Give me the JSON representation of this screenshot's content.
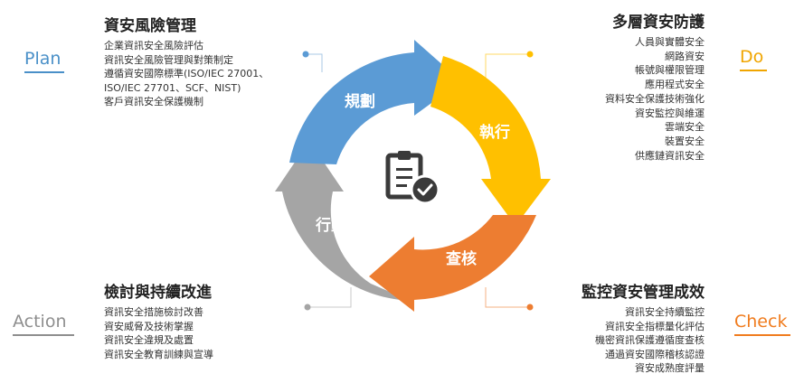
{
  "phases": {
    "plan": "Plan",
    "do": "Do",
    "check": "Check",
    "action": "Action"
  },
  "cycle": {
    "plan_label": "規劃",
    "do_label": "執行",
    "check_label": "查核",
    "act_label": "行動",
    "center_icon": "clipboard-check-icon"
  },
  "colors": {
    "plan": "#5b9bd5",
    "do": "#ffc000",
    "check": "#ed7d31",
    "act": "#a5a5a5",
    "icon": "#3a3a3a"
  },
  "blocks": {
    "top_left": {
      "title": "資安風險管理",
      "items": [
        "企業資訊安全風險評估",
        "資訊安全風險管理與對策制定",
        "遵循資安國際標準(ISO/IEC 27001、",
        "ISO/IEC 27701、SCF、NIST)",
        "客戶資訊安全保護機制"
      ]
    },
    "top_right": {
      "title": "多層資安防護",
      "items": [
        "人員與實體安全",
        "網路資安",
        "帳號與權限管理",
        "應用程式安全",
        "資料安全保護技術強化",
        "資安監控與維運",
        "雲端安全",
        "裝置安全",
        "供應鏈資訊安全"
      ]
    },
    "bottom_left": {
      "title": "檢討與持續改進",
      "items": [
        "資訊安全措施檢討改善",
        "資安威脅及技術掌握",
        "資訊安全違規及處置",
        "資訊安全教育訓練與宣導"
      ]
    },
    "bottom_right": {
      "title": "監控資安管理成效",
      "items": [
        "資訊安全持續監控",
        "資訊安全指標量化評估",
        "機密資訊保護遵循度查核",
        "通過資安國際稽核認證",
        "資安成熟度評量"
      ]
    }
  }
}
